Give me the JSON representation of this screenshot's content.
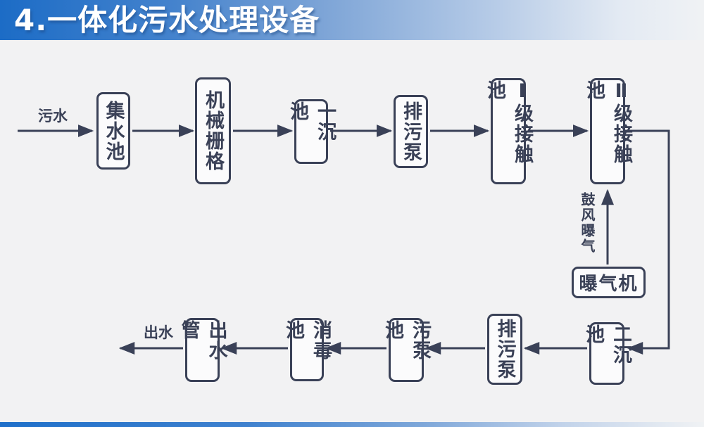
{
  "slide": {
    "title": "4.一体化污水处理设备",
    "accent_color": "#1e6ec8",
    "background_color": "#f2f2f3",
    "line_color": "#3a4157"
  },
  "diagram": {
    "flow_labels": {
      "inflow": "污水",
      "outflow": "出水",
      "aeration": "鼓风曝气"
    },
    "nodes": [
      {
        "id": "collection-tank",
        "label": "集水池"
      },
      {
        "id": "mechanical-grid",
        "label": "机械栅格"
      },
      {
        "id": "primary-sedimentation-tank",
        "label": "一沉池"
      },
      {
        "id": "sewage-pump-top",
        "label": "排污泵"
      },
      {
        "id": "level-1-contact-tank",
        "label": "Ⅰ级接触池"
      },
      {
        "id": "level-2-contact-tank",
        "label": "Ⅱ级接触池"
      },
      {
        "id": "aerator",
        "label": "曝气机"
      },
      {
        "id": "secondary-sedimentation-tank",
        "label": "二沉池"
      },
      {
        "id": "sewage-pump-bottom",
        "label": "排污泵"
      },
      {
        "id": "sludge-pump-tank",
        "label": "污泵池"
      },
      {
        "id": "disinfection-tank",
        "label": "消毒池"
      },
      {
        "id": "outlet-pipe",
        "label": "出水管"
      }
    ]
  }
}
